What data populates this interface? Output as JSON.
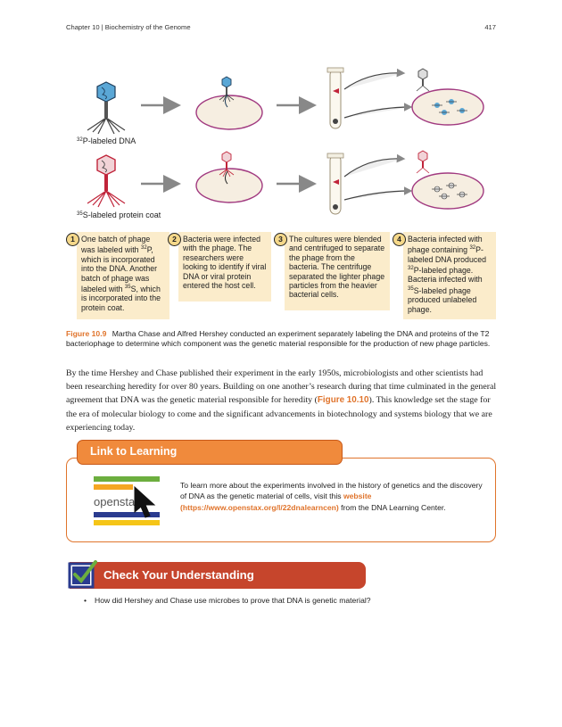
{
  "header": {
    "running_head": "Chapter 10 | Biochemistry of the Genome",
    "page_number": "417"
  },
  "figure": {
    "row1_label_sup": "32",
    "row1_label": "P-labeled DNA",
    "row2_label_sup": "35",
    "row2_label": "S-labeled protein coat"
  },
  "steps": [
    {
      "num": "1",
      "parts": [
        "One batch of phage was labeled with ",
        {
          "sup": "32"
        },
        "P, which is incorporated into the DNA. Another batch of phage was labeled with ",
        {
          "sup": "35"
        },
        "S, which is incorporated into the protein coat."
      ]
    },
    {
      "num": "2",
      "parts": [
        "Bacteria were infected with the phage. The researchers were looking to identify if viral DNA or viral protein entered the host cell."
      ]
    },
    {
      "num": "3",
      "parts": [
        "The cultures were blended and centrifuged to separate the phage from the bacteria. The centrifuge separated the lighter phage particles from the heavier bacterial cells."
      ]
    },
    {
      "num": "4",
      "parts": [
        "Bacteria infected with phage containing ",
        {
          "sup": "32"
        },
        "P-labeled DNA produced ",
        {
          "sup": "32"
        },
        "P-labeled phage. Bacteria infected with ",
        {
          "sup": "35"
        },
        "S-labeled phage produced unlabeled phage."
      ]
    }
  ],
  "caption": {
    "figure_number": "Figure 10.9",
    "text": "Martha Chase and Alfred Hershey conducted an experiment separately labeling the DNA and proteins of the T2 bacteriophage to determine which component was the genetic material responsible for the production of new phage particles."
  },
  "body": {
    "para_before": "By the time Hershey and Chase published their experiment in the early 1950s, microbiologists and other scientists had been researching heredity for over 80 years. Building on one another’s research during that time culminated in the general agreement that DNA was the genetic material responsible for heredity (",
    "figure_ref": "Figure 10.10",
    "para_after": "). This knowledge set the stage for the era of molecular biology to come and the significant advancements in biotechnology and systems biology that we are experiencing today."
  },
  "link_to_learning": {
    "title": "Link to Learning",
    "logo_text": "openstax",
    "text_before": "To learn more about the experiments involved in the history of genetics and the discovery of DNA as the genetic material of cells, visit this ",
    "link_text": "website (https://www.openstax.org/l/22dnalearncen)",
    "text_after": " from the DNA Learning Center."
  },
  "check_understanding": {
    "title": "Check Your Understanding",
    "items": [
      "How did Hershey and Chase use microbes to prove that DNA is genetic material?"
    ]
  },
  "colors": {
    "accent_orange": "#e0742c",
    "cyu_red": "#c6452c",
    "step_bg": "#fbeccb",
    "phage_blue": "#5aa7d6",
    "phage_red": "#c0243a"
  }
}
